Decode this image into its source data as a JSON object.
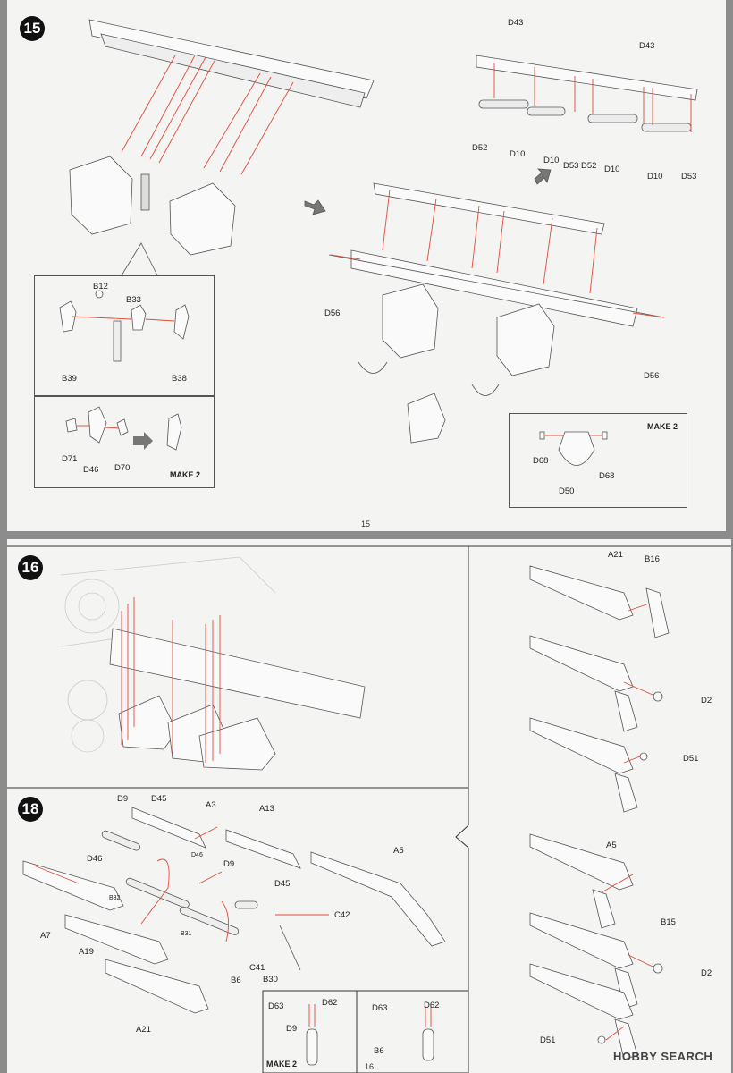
{
  "page15": {
    "step": "15",
    "page_number": "15",
    "labels": {
      "d43_a": "D43",
      "d43_b": "D43",
      "d52_a": "D52",
      "d10_a": "D10",
      "d10_b": "D10",
      "d53_a": "D53",
      "d52_b": "D52",
      "d10_c": "D10",
      "d10_d": "D10",
      "d53_b": "D53",
      "d56_a": "D56",
      "d56_b": "D56",
      "b12": "B12",
      "b33": "B33",
      "b39": "B39",
      "b38": "B38",
      "d71": "D71",
      "d46": "D46",
      "d70": "D70",
      "d68_a": "D68",
      "d68_b": "D68",
      "d50": "D50"
    },
    "make2_left": "MAKE 2",
    "make2_right": "MAKE 2"
  },
  "page16": {
    "step16": "16",
    "step18": "18",
    "page_number": "16",
    "right_labels": {
      "a21": "A21",
      "b16": "B16",
      "d2_a": "D2",
      "d51_a": "D51",
      "a5": "A5",
      "b15": "B15",
      "d2_b": "D2",
      "d51_b": "D51"
    },
    "step18_labels": {
      "d9_a": "D9",
      "d45_a": "D45",
      "a3": "A3",
      "a13": "A13",
      "d46_small": "D46",
      "d46": "D46",
      "d9_b": "D9",
      "b32": "B32",
      "d45_b": "D45",
      "a5": "A5",
      "a7": "A7",
      "c42": "C42",
      "b31": "B31",
      "a19": "A19",
      "c41": "C41",
      "b6": "B6",
      "b30": "B30",
      "a21": "A21"
    },
    "sub_labels": {
      "d63_a": "D63",
      "d62_a": "D62",
      "d9": "D9",
      "d63_b": "D63",
      "d62_b": "D62",
      "b6": "B6"
    },
    "make2": "MAKE 2"
  },
  "watermark": "HOBBY SEARCH"
}
